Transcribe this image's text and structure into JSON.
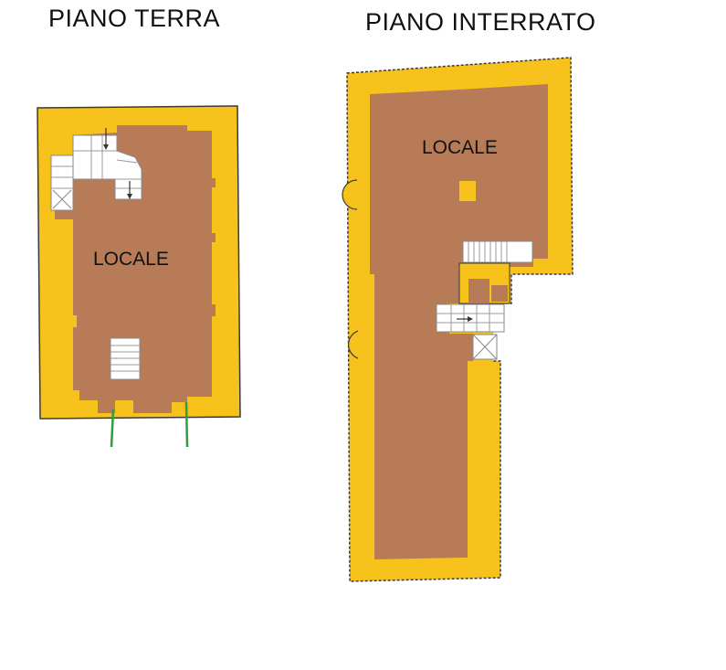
{
  "floors": [
    {
      "id": "ground",
      "title": "PIANO TERRA",
      "rooms": [
        {
          "label": "LOCALE"
        }
      ]
    },
    {
      "id": "basement",
      "title": "PIANO INTERRATO",
      "rooms": [
        {
          "label": "LOCALE"
        }
      ]
    }
  ],
  "colors": {
    "wall": "#f7c21b",
    "floor": "#b87b58",
    "outline": "#3a3a3a",
    "stair": "#ffffff",
    "entrance_marker": "#2e9e3e"
  }
}
